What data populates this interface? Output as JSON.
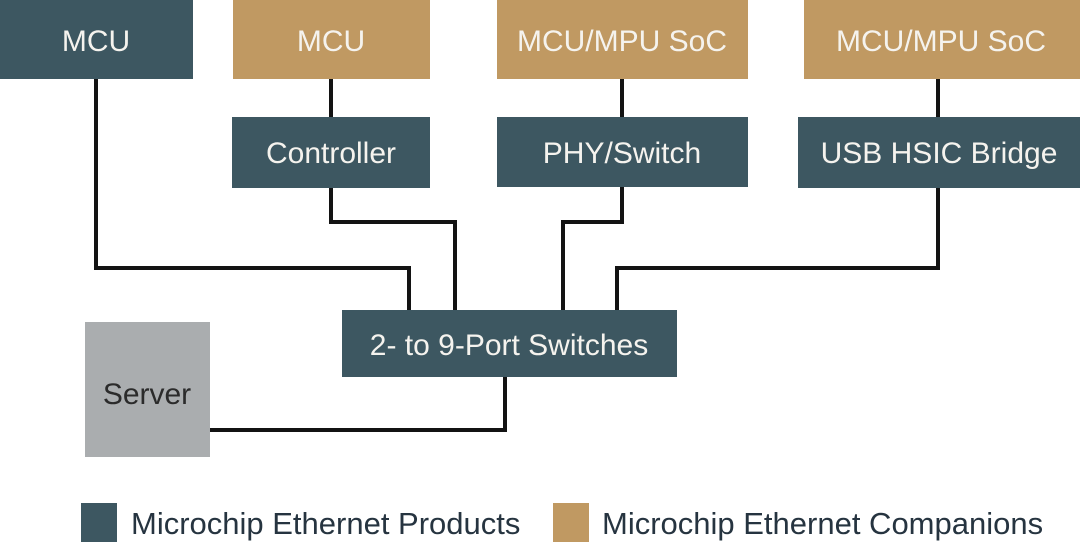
{
  "colors": {
    "product": "#3d5761",
    "companion": "#c09962",
    "server": "#aaadaf",
    "connector": "#131313",
    "node_label": "#f5f3ee",
    "server_label": "#2b2b2b",
    "legend_label": "#263440",
    "background": "#ffffff"
  },
  "nodes": {
    "mcu_left": {
      "label": "MCU",
      "category": "product"
    },
    "mcu_mid": {
      "label": "MCU",
      "category": "companion"
    },
    "soc_mid": {
      "label": "MCU/MPU SoC",
      "category": "companion"
    },
    "soc_right": {
      "label": "MCU/MPU SoC",
      "category": "companion"
    },
    "controller": {
      "label": "Controller",
      "category": "product"
    },
    "phy_switch": {
      "label": "PHY/Switch",
      "category": "product"
    },
    "usb_hsic_bridge": {
      "label": "USB HSIC Bridge",
      "category": "product"
    },
    "port_switches": {
      "label": "2- to 9-Port Switches",
      "category": "product"
    },
    "server": {
      "label": "Server",
      "category": "server"
    }
  },
  "legend": {
    "products": {
      "label": "Microchip Ethernet Products",
      "color": "#3d5761"
    },
    "companions": {
      "label": "Microchip Ethernet Companions",
      "color": "#c09962"
    }
  }
}
